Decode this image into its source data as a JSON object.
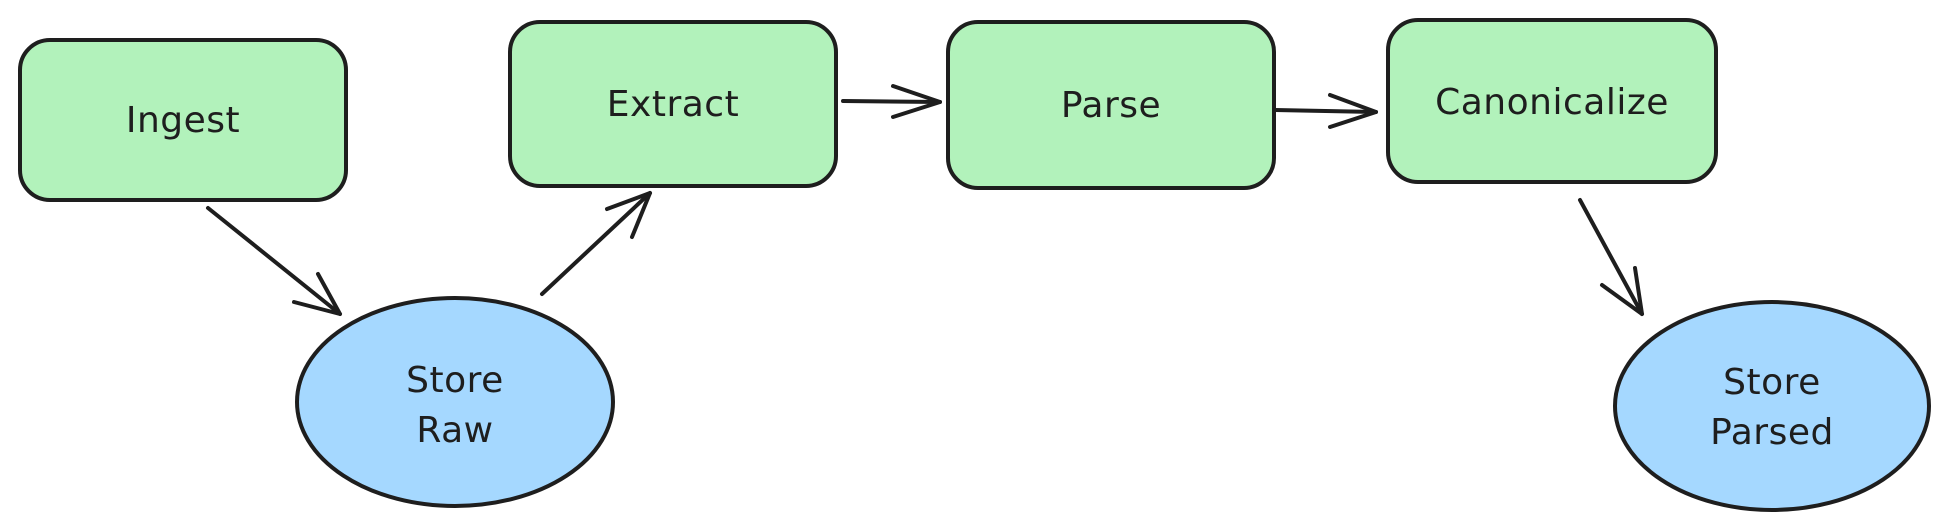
{
  "colors": {
    "process_fill": "#b2f2bb",
    "store_fill": "#a5d8ff",
    "stroke": "#1e1e1e"
  },
  "nodes": {
    "ingest": {
      "label": "Ingest",
      "kind": "process"
    },
    "store_raw": {
      "label_line1": "Store",
      "label_line2": "Raw",
      "kind": "store"
    },
    "extract": {
      "label": "Extract",
      "kind": "process"
    },
    "parse": {
      "label": "Parse",
      "kind": "process"
    },
    "canonicalize": {
      "label": "Canonicalize",
      "kind": "process"
    },
    "store_parsed": {
      "label_line1": "Store",
      "label_line2": "Parsed",
      "kind": "store"
    }
  },
  "edges": [
    {
      "from": "Ingest",
      "to": "Store Raw"
    },
    {
      "from": "Store Raw",
      "to": "Extract"
    },
    {
      "from": "Extract",
      "to": "Parse"
    },
    {
      "from": "Parse",
      "to": "Canonicalize"
    },
    {
      "from": "Canonicalize",
      "to": "Store Parsed"
    }
  ]
}
